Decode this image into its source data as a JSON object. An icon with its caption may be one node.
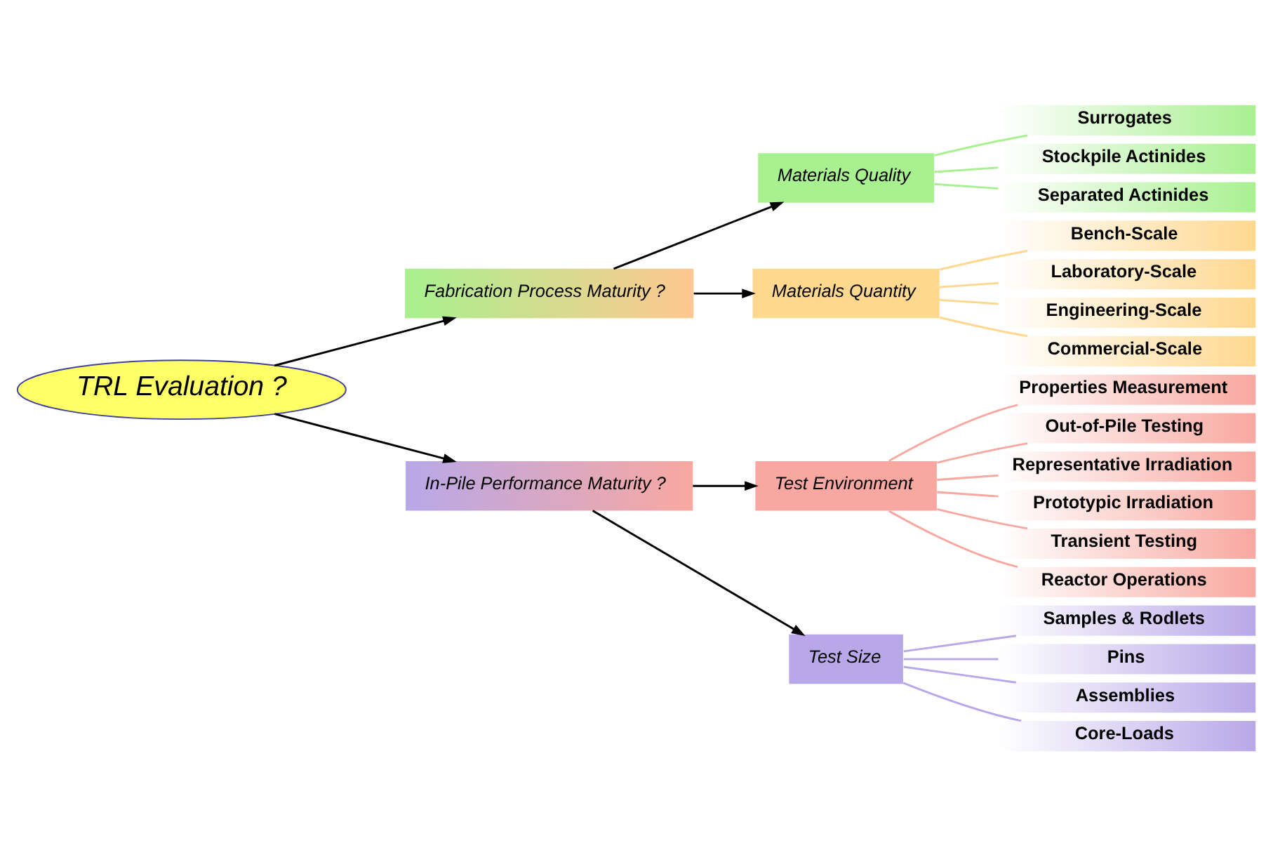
{
  "diagram": {
    "nodes": [
      {
        "text": [
          "TRL Evaluation ?"
        ]
      },
      {
        "text": [
          "Fabrication Process Maturity ?"
        ]
      },
      {
        "text": [
          "Materials Quality"
        ]
      },
      {
        "text": [
          "Surrogates"
        ]
      },
      {
        "text": [
          "Stockpile Actinides"
        ]
      },
      {
        "text": [
          "Separated Actinides"
        ]
      },
      {
        "text": [
          "Materials Quantity"
        ]
      },
      {
        "text": [
          "Bench-Scale"
        ]
      },
      {
        "text": [
          "Laboratory-Scale"
        ]
      },
      {
        "text": [
          "Engineering-Scale"
        ]
      },
      {
        "text": [
          "Commercial-Scale"
        ]
      },
      {
        "text": [
          "In-Pile Performance Maturity ?"
        ]
      },
      {
        "text": [
          "Test Environment"
        ]
      },
      {
        "text": [
          "Properties Measurement"
        ]
      },
      {
        "text": [
          "Out-of-Pile Testing"
        ]
      },
      {
        "text": [
          "Representative Irradiation"
        ]
      },
      {
        "text": [
          "Prototypic Irradiation"
        ]
      },
      {
        "text": [
          "Transient Testing"
        ]
      },
      {
        "text": [
          "Reactor Operations"
        ]
      },
      {
        "text": [
          "Test Size"
        ]
      },
      {
        "text": [
          "Samples & Rodlets"
        ]
      },
      {
        "text": [
          "Pins"
        ]
      },
      {
        "text": [
          "Assemblies"
        ]
      },
      {
        "text": [
          "Core-Loads"
        ]
      }
    ],
    "edges": [
      {
        "from": 0,
        "to": 1,
        "arrow": "to"
      },
      {
        "from": 0,
        "to": 11,
        "arrow": "to"
      },
      {
        "from": 1,
        "to": 2,
        "arrow": "to"
      },
      {
        "from": 1,
        "to": 6,
        "arrow": "to"
      },
      {
        "from": 11,
        "to": 12,
        "arrow": "to"
      },
      {
        "from": 11,
        "to": 19,
        "arrow": "to"
      },
      {
        "from": 2,
        "to": 3,
        "arrow": "none",
        "color": "#a8f090"
      },
      {
        "from": 2,
        "to": 4,
        "arrow": "none",
        "color": "#a8f090"
      },
      {
        "from": 2,
        "to": 5,
        "arrow": "none",
        "color": "#a8f090"
      },
      {
        "from": 6,
        "to": 7,
        "arrow": "none",
        "color": "#ffd890"
      },
      {
        "from": 6,
        "to": 8,
        "arrow": "none",
        "color": "#ffd890"
      },
      {
        "from": 6,
        "to": 9,
        "arrow": "none",
        "color": "#ffd890"
      },
      {
        "from": 6,
        "to": 10,
        "arrow": "none",
        "color": "#ffd890"
      },
      {
        "from": 12,
        "to": 13,
        "arrow": "none",
        "color": "#f8a8a0"
      },
      {
        "from": 12,
        "to": 14,
        "arrow": "none",
        "color": "#f8a8a0"
      },
      {
        "from": 12,
        "to": 15,
        "arrow": "none",
        "color": "#f8a8a0"
      },
      {
        "from": 12,
        "to": 16,
        "arrow": "none",
        "color": "#f8a8a0"
      },
      {
        "from": 12,
        "to": 17,
        "arrow": "none",
        "color": "#f8a8a0"
      },
      {
        "from": 12,
        "to": 18,
        "arrow": "none",
        "color": "#f8a8a0"
      },
      {
        "from": 19,
        "to": 20,
        "arrow": "none",
        "color": "#b8a8e8"
      },
      {
        "from": 19,
        "to": 21,
        "arrow": "none",
        "color": "#b8a8e8"
      },
      {
        "from": 19,
        "to": 22,
        "arrow": "none",
        "color": "#b8a8e8"
      },
      {
        "from": 19,
        "to": 23,
        "arrow": "none",
        "color": "#b8a8e8"
      }
    ]
  }
}
